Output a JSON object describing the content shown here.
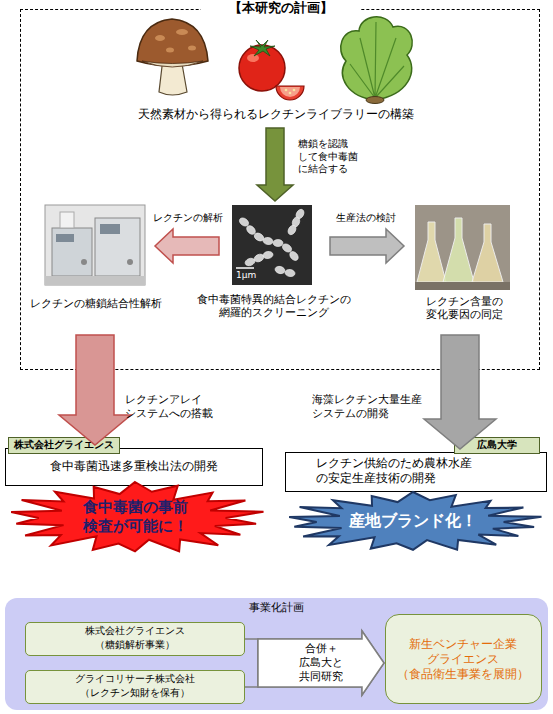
{
  "diagram": {
    "nodes": [
      {
        "text": [
          "【本研究の計画】"
        ]
      },
      {
        "text": [
          "天然素材から得られるレクチンライブラリーの構築"
        ],
        "in": 0
      },
      {
        "text": [
          "食中毒菌特異的結合レクチンの 網羅的スクリーニング"
        ],
        "in": 0
      },
      {
        "text": [
          "レクチンの糖鎖結合性解析"
        ],
        "in": 0
      },
      {
        "text": [
          "レクチン含量の 変化要因の同定"
        ],
        "in": 0
      },
      {
        "text": [
          "株式会社グライエンス",
          "食中毒菌迅速多重検出法の開発"
        ]
      },
      {
        "text": [
          "広島大学",
          "レクチン供給のため農林水産 の安定生産技術の開発"
        ]
      },
      {
        "text": [
          "食中毒菌の事前 検査が可能に！"
        ]
      },
      {
        "text": [
          "産地ブランド化！"
        ]
      },
      {
        "text": [
          "事業化計画"
        ]
      },
      {
        "text": [
          "株式会社グライエンス",
          "（糖鎖解析事業）"
        ],
        "in": 9
      },
      {
        "text": [
          "グライコリサーチ株式会社",
          "（レクチン知財を保有）"
        ],
        "in": 9
      },
      {
        "text": [
          "新生ベンチャー企業 グライエンス （食品衛生事業を展開）"
        ],
        "in": 9
      }
    ],
    "edges": [
      {
        "from": 1,
        "to": 2,
        "arrow": "to",
        "label": "糖鎖を認識 して食中毒菌 に結合する"
      },
      {
        "from": 2,
        "to": 3,
        "arrow": "to",
        "label": "レクチンの解析"
      },
      {
        "from": 2,
        "to": 4,
        "arrow": "to",
        "label": "生産法の検討"
      },
      {
        "from": 3,
        "to": 5,
        "arrow": "to",
        "label": "レクチンアレイ システムへの搭載"
      },
      {
        "from": 4,
        "to": 6,
        "arrow": "to",
        "label": "海藻レクチン大量生産 システムの開発"
      },
      {
        "from": 10,
        "to": 12,
        "arrow": "to",
        "label": "合併＋ 広島大と 共同研究"
      },
      {
        "from": 11,
        "to": 12,
        "arrow": "to"
      }
    ],
    "labels": [
      "1μm"
    ]
  }
}
